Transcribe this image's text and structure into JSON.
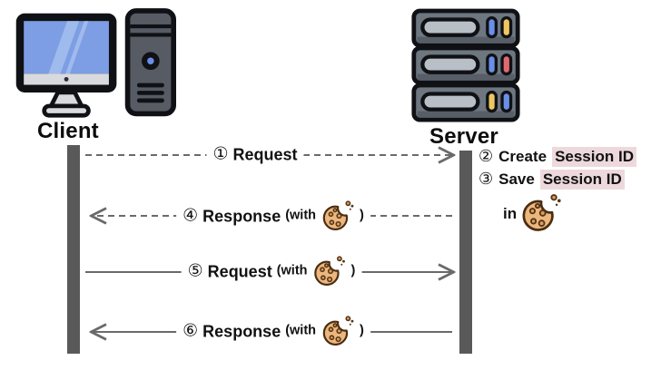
{
  "diagram": {
    "title_implied": "Client-Server session cookie flow",
    "client": {
      "label": "Client",
      "icon": "desktop-computer-icon"
    },
    "server": {
      "label": "Server",
      "icon": "server-rack-icon"
    },
    "messages": [
      {
        "num": "①",
        "name": "Request",
        "with_label": "",
        "paren": "",
        "style": "dashed",
        "direction": "right",
        "has_cookie": false
      },
      {
        "num": "④",
        "name": "Response",
        "with_label": "(with",
        "paren": ")",
        "style": "dashed",
        "direction": "left",
        "has_cookie": true
      },
      {
        "num": "⑤",
        "name": "Request",
        "with_label": "(with",
        "paren": ")",
        "style": "solid",
        "direction": "right",
        "has_cookie": true
      },
      {
        "num": "⑥",
        "name": "Response",
        "with_label": "(with",
        "paren": ")",
        "style": "solid",
        "direction": "left",
        "has_cookie": true
      }
    ],
    "server_notes": [
      {
        "num": "②",
        "action": "Create",
        "highlighted": "Session ID"
      },
      {
        "num": "③",
        "action": "Save",
        "highlighted": "Session ID"
      },
      {
        "in_label": "in",
        "icon": "cookie-icon"
      }
    ],
    "colors": {
      "highlight_pink": "#edd9dd",
      "lifeline_gray": "#595959",
      "arrow_gray": "#6a6a6a",
      "cookie_body": "#ecb77e",
      "cookie_outline": "#4a2d12",
      "screen_blue": "#7d9ee4",
      "server_body": "#6e7680",
      "light_blue": "#6a8fe8",
      "light_yellow": "#eec85e",
      "light_red": "#e0696f"
    }
  }
}
